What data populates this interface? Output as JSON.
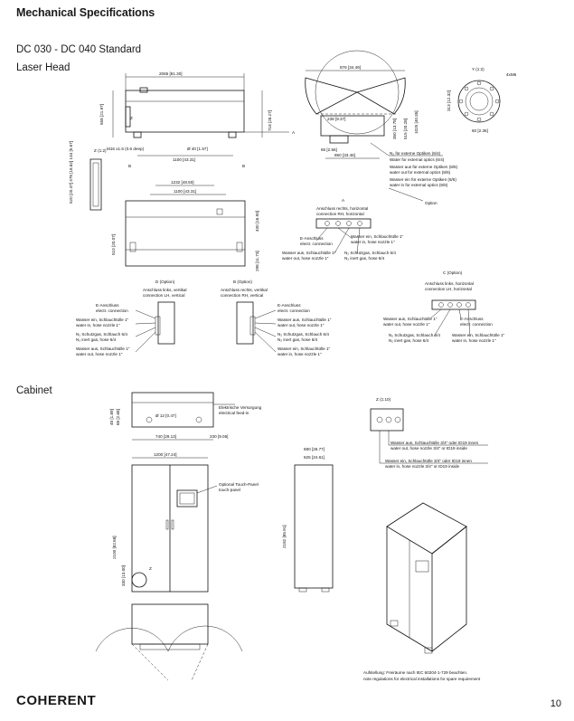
{
  "page": {
    "title": "Mechanical Specifications",
    "subtitle": "DC 030 - DC 040 Standard",
    "sections": {
      "laser_head": "Laser Head",
      "cabinet": "Cabinet"
    },
    "page_number": "10",
    "logo": "COHERENT"
  },
  "laser_head": {
    "dims": {
      "length": "2065 [81.30]",
      "height_left": "558 [21.97]",
      "height_right": "718 [28.27]",
      "center_spacing": "1100 [43.31]",
      "bolt_dia": "Ø 40 [1.57]",
      "thread": "M16 x1.5 (0.6 deep)",
      "top_length": "1232 [48.50]",
      "top_spacing": "1100 [43.31]",
      "side_left": "510 [20.07]",
      "side_right": "430 [16.93]",
      "side_small": "298 [11.73]",
      "end_width": "876 [34.49]",
      "end_top": "238 [9.37]",
      "end_h1": "1025 [40.35]",
      "end_h2": "515 [20.28]",
      "end_h3": "350 [13.78]",
      "end_bottom": "850 [33.46]",
      "end_small": "65 [2.56]",
      "flange_dia": "60 [2.36]",
      "flange_h": "313 [12.32]",
      "front_h": "375 [14.76]",
      "detail_y": "Y (1:2)",
      "detail_z": "Z (1:2)",
      "thread2": "4xM6",
      "front_dims": "520 [20.47]  478 [18.82]  144 [5.67]"
    },
    "marks": {
      "a": "A",
      "b": "B",
      "z": "Z"
    },
    "callouts": {
      "n2_ext_de": "N₂ für externe Optiken (6/4)",
      "water_ext_de": "Water for external optics (6/4)",
      "water_out_ext_de": "Wasser aus für externe Optiken (8/6)",
      "water_out_ext_en": "water out for external optics (8/6)",
      "water_in_ext_de": "Wasser ein für externe Optiken (8/6)",
      "water_in_ext_en": "water in for external optics (8/6)",
      "option": "Option"
    },
    "view_a": {
      "label": "A",
      "header_de": "Anschluss rechts, horizontal",
      "header_en": "connection RH, horizontal",
      "items": [
        [
          "E-Anschluss",
          "electr. connection"
        ],
        [
          "Wasser ein, Schlauchtülle 1\"",
          "water in, hose nozzle 1\""
        ],
        [
          "Wasser aus, Schlauchtülle 1\"",
          "water out, hose nozzle 1\""
        ],
        [
          "N₂ Schutzgas, Schlauch 6/4",
          "N₂ inert gas, hose 6/4"
        ]
      ]
    },
    "view_d": {
      "label": "D (Option)",
      "header_de": "Anschluss links, vertikal",
      "header_en": "connection LH, vertical",
      "items": [
        [
          "E-Anschluss",
          "electr. connection"
        ],
        [
          "Wasser ein, Schlauchtülle 1\"",
          "water in, hose nozzle 1\""
        ],
        [
          "N₂ Schutzgas, Schlauch 6/4",
          "N₂ inert gas, hose 6/4"
        ],
        [
          "Wasser aus, Schlauchtülle 1\"",
          "water out, hose nozzle 1\""
        ]
      ]
    },
    "view_b": {
      "label": "B (Option)",
      "header_de": "Anschluss rechts, vertikal",
      "header_en": "connection RH, vertical",
      "items": [
        [
          "E-Anschluss",
          "electr. connection"
        ],
        [
          "Wasser aus, Schlauchtülle 1\"",
          "water out, hose nozzle 1\""
        ],
        [
          "N₂ Schutzgas, Schlauch 6/4",
          "N₂ inert gas, hose 6/4"
        ],
        [
          "Wasser ein, Schlauchtülle 1\"",
          "water in, hose nozzle 1\""
        ]
      ]
    },
    "view_c": {
      "label": "C (Option)",
      "header_de": "Anschluss links, horizontal",
      "header_en": "connection LH, horizontal",
      "items": [
        [
          "Wasser aus, Schlauchtülle 1\"",
          "water out, hose nozzle 1\""
        ],
        [
          "E-Anschluss",
          "electr. connection"
        ],
        [
          "N₂ Schutzgas, Schlauch 6/4",
          "N₂ inert gas, hose 6/4"
        ],
        [
          "Wasser ein, Schlauchtülle 1\"",
          "water in, hose nozzle 1\""
        ]
      ]
    }
  },
  "cabinet": {
    "dims": {
      "top_h1": "68 [2.68]",
      "top_h2": "48 [1.89]",
      "hole": "Ø 12 [0.47]",
      "w740": "740 [29.13]",
      "w230": "230 [9.06]",
      "width": "1200 [47.24]",
      "height": "2100 [82.68]",
      "low_h": "330 [13.00]",
      "side_w1": "680 [26.77]",
      "side_w2": "625 [24.61]",
      "side_h": "2182 [85.91]"
    },
    "feed_in_de": "Elektrische Versorgung",
    "feed_in_en": "electrical feed-in",
    "touch_de": "Optional Touch-Panel",
    "touch_en": "touch-panel",
    "detail_z": "Z (1:10)",
    "mark_z": "Z",
    "water_out_de": "Wasser aus, Schlauchtülle 3/4\" oder ID19 innen",
    "water_out_en": "water out, hose nozzle 3/4\" or ID19 inside",
    "water_in_de": "Wasser ein, Schlauchtülle 3/4\" oder ID19 innen",
    "water_in_en": "water in, hose nozzle 3/4\" or ID19 inside",
    "note_de": "Aufstellung: Freiräume nach IEC 60204-1-729 beachten.",
    "note_en": "note regulations for electrical installations for spare requirement"
  }
}
